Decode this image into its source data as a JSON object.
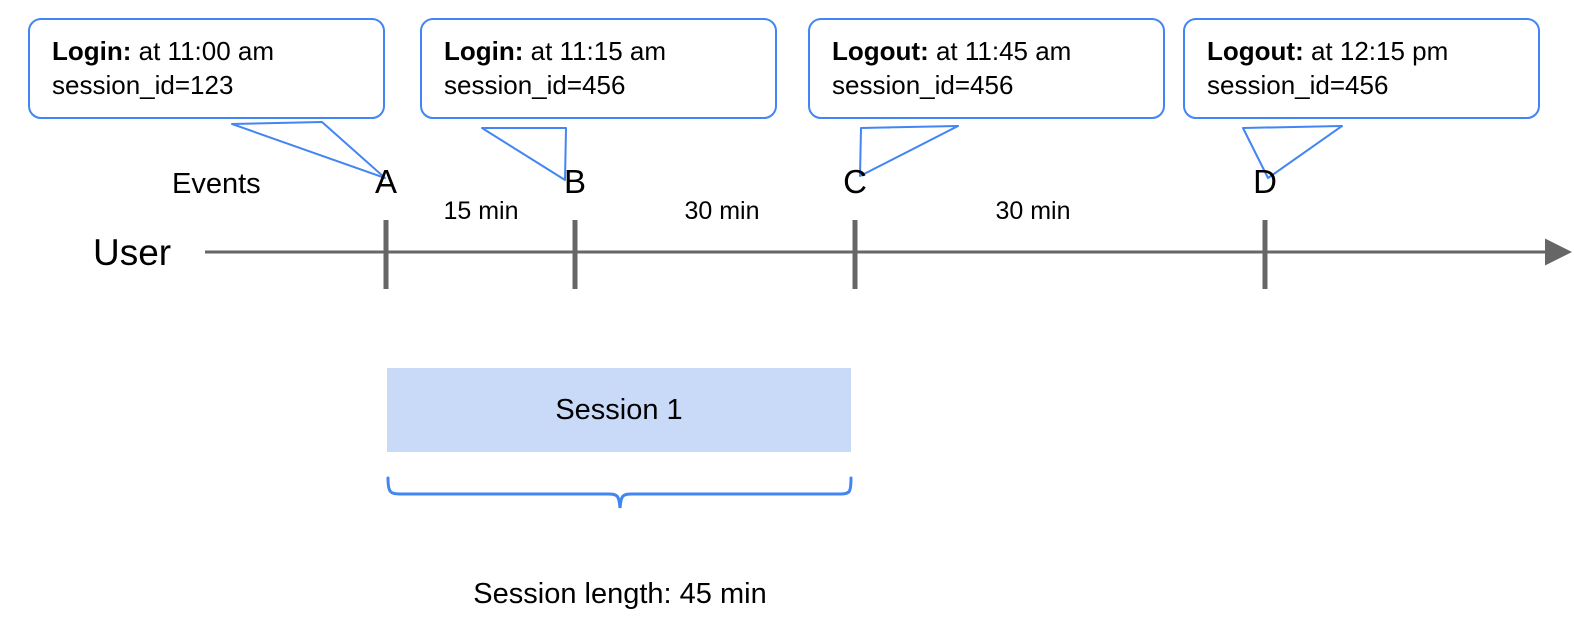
{
  "diagram": {
    "title_caption": "Session length: 45 min",
    "accent_color": "#4285f4",
    "session_fill_color": "#c9daf8",
    "axis_color": "#666666",
    "rows": {
      "events_label": "Events",
      "user_label": "User"
    },
    "callouts": [
      {
        "event": "Login:",
        "time": " at 11:00 am",
        "session": "session_id=123"
      },
      {
        "event": "Login:",
        "time": " at 11:15 am",
        "session": "session_id=456"
      },
      {
        "event": "Logout:",
        "time": " at 11:45 am",
        "session": "session_id=456"
      },
      {
        "event": "Logout:",
        "time": " at 12:15 pm",
        "session": "session_id=456"
      }
    ],
    "events": [
      {
        "id": "A",
        "label": "A"
      },
      {
        "id": "B",
        "label": "B"
      },
      {
        "id": "C",
        "label": "C"
      },
      {
        "id": "D",
        "label": "D"
      }
    ],
    "intervals": [
      {
        "from": "A",
        "to": "B",
        "label": "15 min"
      },
      {
        "from": "B",
        "to": "C",
        "label": "30 min"
      },
      {
        "from": "C",
        "to": "D",
        "label": "30 min"
      }
    ],
    "session": {
      "label": "Session 1",
      "length_label": "Session length: 45 min"
    }
  }
}
